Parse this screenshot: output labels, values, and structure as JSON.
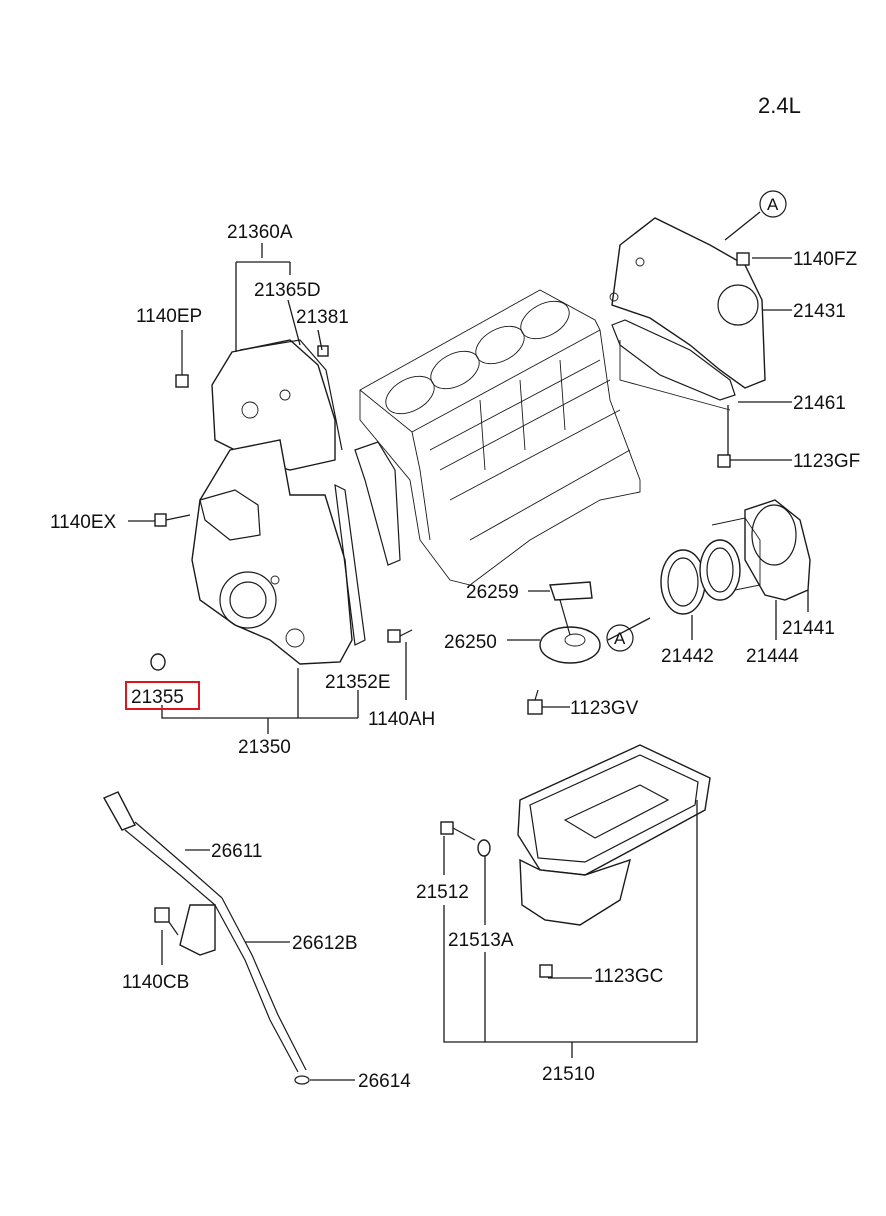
{
  "engine": "2.4L",
  "callouts": [
    "A",
    "A"
  ],
  "labels": {
    "p21360A": "21360A",
    "p21365D": "21365D",
    "p1140EP": "1140EP",
    "p21381": "21381",
    "p1140EX": "1140EX",
    "p21355": "21355",
    "p21352E": "21352E",
    "p1140AH": "1140AH",
    "p21350": "21350",
    "p1140FZ": "1140FZ",
    "p21431": "21431",
    "p21461": "21461",
    "p1123GF": "1123GF",
    "p26259": "26259",
    "p26250": "26250",
    "p1123GV": "1123GV",
    "p21441": "21441",
    "p21442": "21442",
    "p21444": "21444",
    "p26611": "26611",
    "p26612B": "26612B",
    "p1140CB": "1140CB",
    "p26614": "26614",
    "p21512": "21512",
    "p21513A": "21513A",
    "p1123GC": "1123GC",
    "p21510": "21510"
  },
  "highlighted_part": "21355",
  "colors": {
    "line": "#1a1a1a",
    "highlight": "#e0141e",
    "background": "#ffffff"
  }
}
